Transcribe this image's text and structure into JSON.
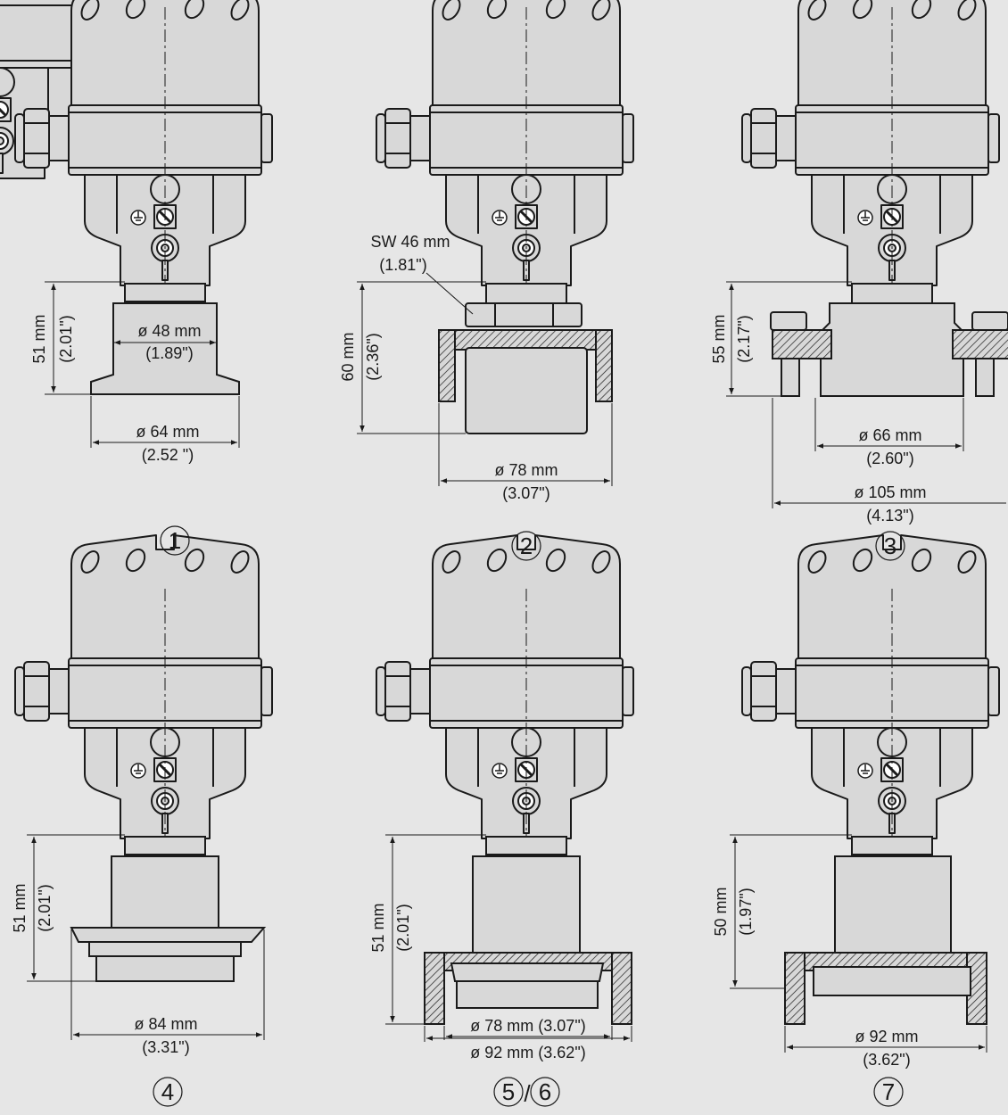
{
  "figure": {
    "background": "#e6e6e6",
    "line_color": "#1a1a1a",
    "fill_color": "#d8d8d8",
    "ground_symbol": "earth-ground-icon"
  },
  "variants": [
    {
      "id": "1",
      "number": "1",
      "height_mm": "51 mm",
      "height_in": "(2.01\")",
      "dims": [
        {
          "label": "ø 48 mm",
          "sub": "(1.89\")"
        },
        {
          "label": "ø 64 mm",
          "sub": "(2.52 \")"
        }
      ]
    },
    {
      "id": "2",
      "number": "2",
      "height_mm": "60 mm",
      "height_in": "(2.36\")",
      "wrench": {
        "label": "SW 46 mm",
        "sub": "(1.81\")"
      },
      "dims": [
        {
          "label": "ø 78 mm",
          "sub": "(3.07\")"
        }
      ]
    },
    {
      "id": "3",
      "number": "3",
      "height_mm": "55 mm",
      "height_in": "(2.17\")",
      "dims": [
        {
          "label": "ø 66 mm",
          "sub": "(2.60\")"
        },
        {
          "label": "ø 105 mm",
          "sub": "(4.13\")"
        }
      ]
    },
    {
      "id": "4",
      "number": "4",
      "height_mm": "51 mm",
      "height_in": "(2.01\")",
      "dims": [
        {
          "label": "ø 84 mm",
          "sub": "(3.31\")"
        }
      ]
    },
    {
      "id": "5-6",
      "number": "5",
      "number_b": "6",
      "separator": "/",
      "height_mm": "51 mm",
      "height_in": "(2.01\")",
      "dims": [
        {
          "label": "ø 78 mm (3.07\")"
        },
        {
          "label": "ø 92 mm (3.62\")"
        }
      ]
    },
    {
      "id": "7",
      "number": "7",
      "height_mm": "50 mm",
      "height_in": "(1.97\")",
      "dims": [
        {
          "label": "ø 92 mm",
          "sub": "(3.62\")"
        }
      ]
    }
  ]
}
